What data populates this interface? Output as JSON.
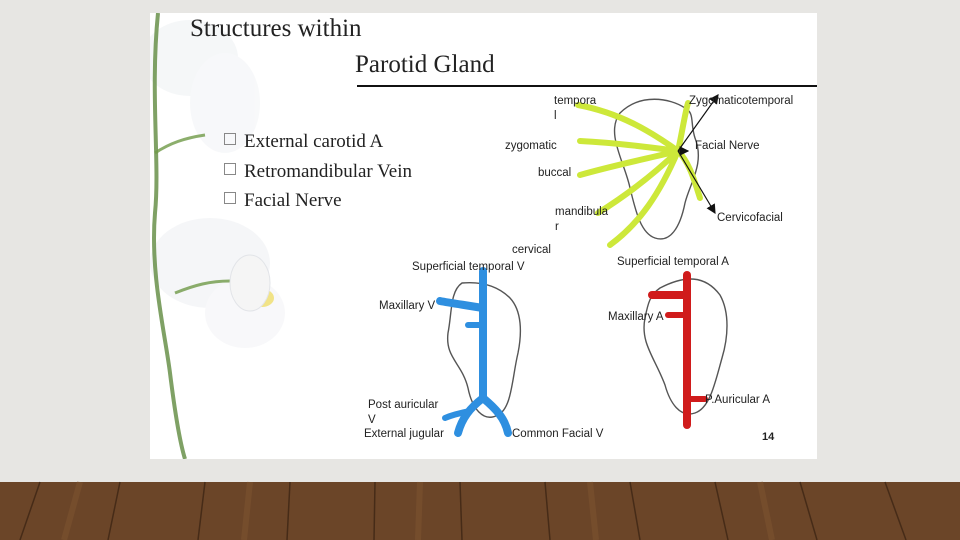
{
  "slide": {
    "title_line1": "Structures within",
    "title_line2": "Parotid Gland",
    "bullets": [
      "External carotid A",
      "Retromandibular Vein",
      "Facial Nerve"
    ],
    "page_number": "14"
  },
  "nerve_diagram": {
    "labels": {
      "temporal_1": "tempora",
      "temporal_2": "l",
      "zygomaticotemporal": "Zygomaticotemporal",
      "zygomatic": "zygomatic",
      "facial_nerve": "Facial Nerve",
      "buccal": "buccal",
      "mandibular_1": "mandibula",
      "mandibular_2": "r",
      "cervicofacial": "Cervicofacial",
      "cervical": "cervical"
    },
    "color": "#cde83a"
  },
  "vein_diagram": {
    "labels": {
      "superficial_temporal_v": "Superficial temporal V",
      "maxillary_v": "Maxillary V",
      "post_auricular_1": "Post auricular",
      "post_auricular_2": "V",
      "external_jugular": "External jugular",
      "common_facial_v": "Common Facial V"
    },
    "color": "#2e8fe0"
  },
  "artery_diagram": {
    "labels": {
      "superficial_temporal_a": "Superficial temporal A",
      "maxillary_a": "Maxillary A",
      "p_auricular_a": "P.Auricular A"
    },
    "color": "#d01c1c"
  }
}
